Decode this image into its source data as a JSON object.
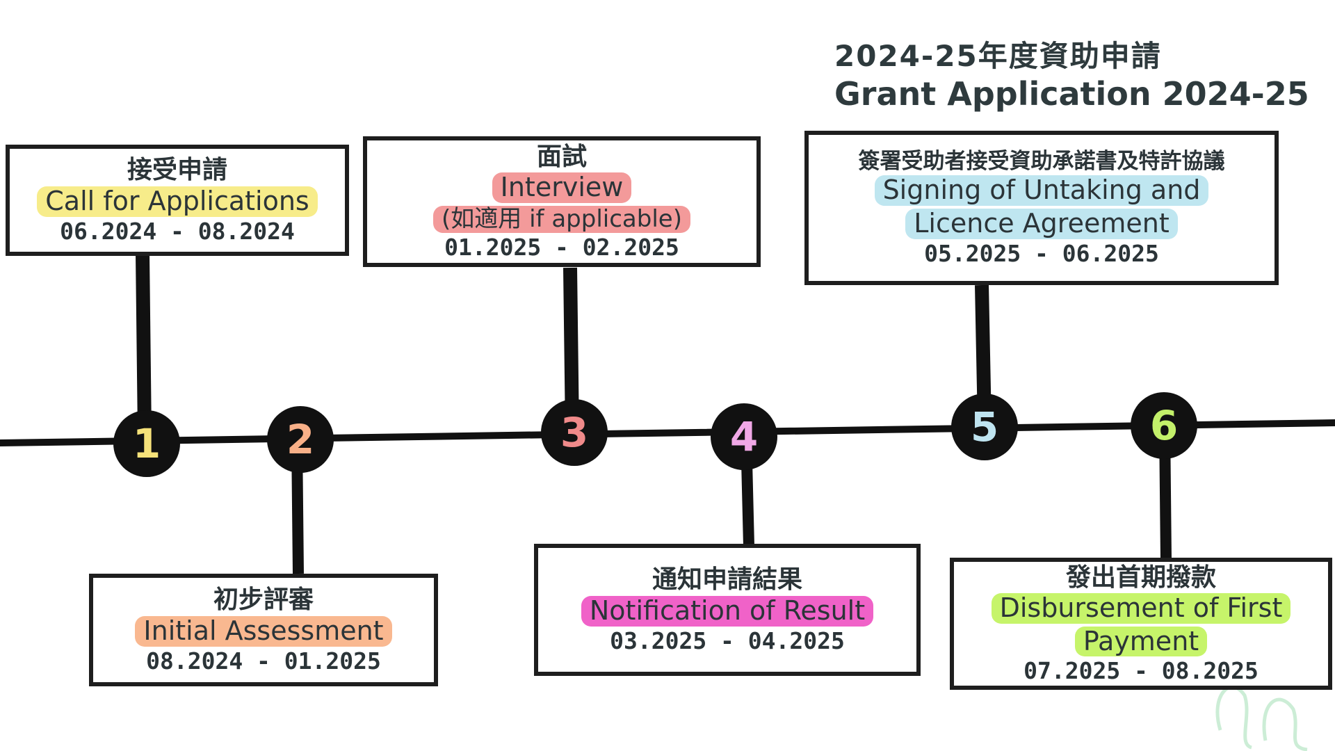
{
  "title": {
    "zh": "2024-25年度資助申請",
    "en": "Grant Application 2024-25"
  },
  "steps": [
    {
      "number": "1",
      "number_color": "#f6e27a",
      "zh": "接受申請",
      "en": "Call for Applications",
      "note": "",
      "date": "06.2024 - 08.2024",
      "highlight": "#f7ec8a",
      "position": "above"
    },
    {
      "number": "2",
      "number_color": "#f8b088",
      "zh": "初步評審",
      "en": "Initial Assessment",
      "note": "",
      "date": "08.2024 - 01.2025",
      "highlight": "#f9b890",
      "position": "below"
    },
    {
      "number": "3",
      "number_color": "#f08a8a",
      "zh": "面試",
      "en": "Interview",
      "note": "(如適用 if applicable)",
      "date": "01.2025 - 02.2025",
      "highlight": "#f39a9a",
      "position": "above"
    },
    {
      "number": "4",
      "number_color": "#f0a8e6",
      "zh": "通知申請結果",
      "en": "Notification of Result",
      "note": "",
      "date": "03.2025 - 04.2025",
      "highlight": "#f062c8",
      "position": "below"
    },
    {
      "number": "5",
      "number_color": "#bfe4f0",
      "zh": "簽署受助者接受資助承諾書及特許協議",
      "en": "Signing of Untaking and",
      "en2": "Licence Agreement",
      "note": "",
      "date": "05.2025 - 06.2025",
      "highlight": "#bfe6f0",
      "position": "above"
    },
    {
      "number": "6",
      "number_color": "#c3f06a",
      "zh": "發出首期撥款",
      "en": "Disbursement of First",
      "en2": "Payment",
      "note": "",
      "date": "07.2025 - 08.2025",
      "highlight": "#c6f46a",
      "position": "below"
    }
  ]
}
